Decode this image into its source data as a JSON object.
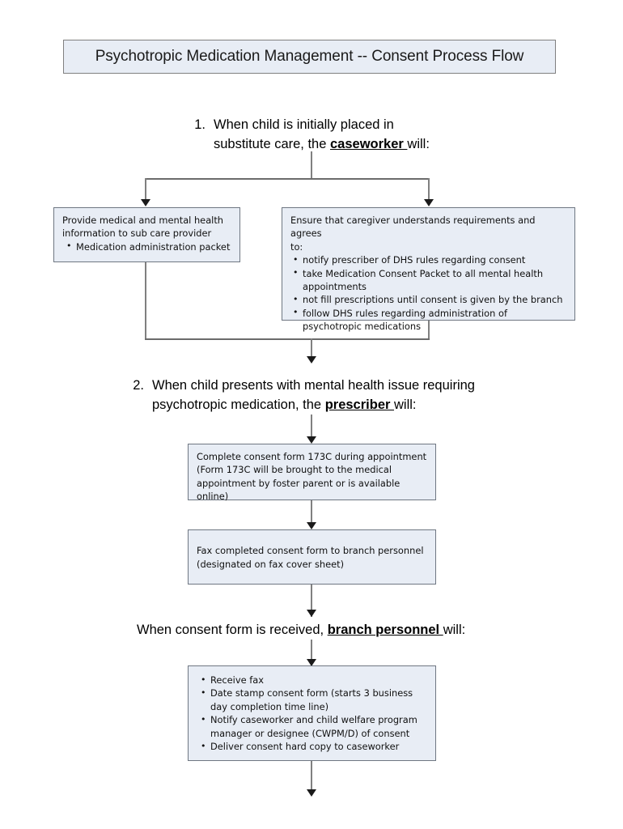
{
  "document": {
    "title": "Psychotropic Medication Management -- Consent Process Flow"
  },
  "steps": {
    "step1": {
      "number": "1.",
      "line1": "When child is initially placed in",
      "line2_prefix": "substitute care, the ",
      "line2_emphasis": "caseworker ",
      "line2_suffix": "will:"
    },
    "step2": {
      "number": "2.",
      "line1": "When child presents with mental health issue requiring",
      "line2_prefix": "psychotropic medication, the ",
      "line2_emphasis": "prescriber ",
      "line2_suffix": "will:"
    },
    "step3": {
      "prefix": "When consent form is received, ",
      "emphasis": "branch personnel ",
      "suffix": "will:"
    }
  },
  "boxes": {
    "provide_info": {
      "line1": "Provide medical and mental health",
      "line2": "information to sub care provider",
      "bullets": [
        "Medication administration packet"
      ]
    },
    "ensure_caregiver": {
      "line1": "Ensure that caregiver understands requirements and agrees",
      "line2": "to:",
      "bullets": [
        "notify prescriber of DHS rules regarding consent",
        "take Medication Consent Packet to all mental health appointments",
        "not fill prescriptions until consent is given by the branch",
        "follow DHS rules regarding administration of psychotropic medications"
      ]
    },
    "consent_form": {
      "line1": "Complete consent form 173C during appointment",
      "line2": "(Form 173C will be brought to the medical",
      "line3": "appointment by foster parent or is available",
      "line4": "online)"
    },
    "fax_form": {
      "line1": "Fax completed consent form to branch personnel",
      "line2": "(designated on fax cover sheet)"
    },
    "branch_actions": {
      "bullets": [
        "Receive fax",
        "Date stamp consent form (starts 3 business day completion time line)",
        "Notify caseworker and child welfare program manager or designee (CWPM/D) of consent",
        "Deliver consent hard copy to caseworker"
      ]
    }
  },
  "colors": {
    "box_fill": "#e8edf5",
    "box_border": "#6f7782",
    "connector": "#808080",
    "arrowhead": "#1a1a1a",
    "text": "#000000"
  }
}
